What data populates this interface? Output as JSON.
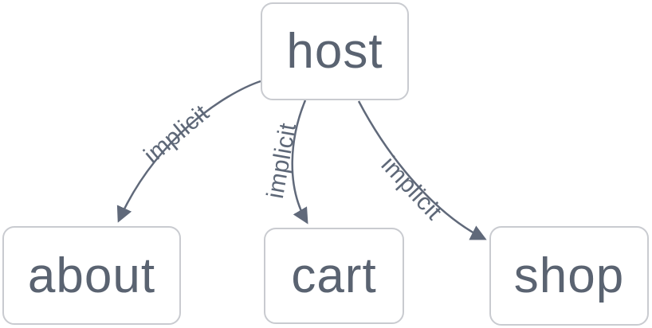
{
  "diagram": {
    "type": "flowchart",
    "colors": {
      "background": "#ffffff",
      "node_fill": "#ffffff",
      "node_border": "#c9cbd0",
      "node_text": "#5a6371",
      "edge_stroke": "#60697a",
      "edge_label_text": "#5e6878"
    },
    "nodes": [
      {
        "id": "host",
        "label": "host"
      },
      {
        "id": "about",
        "label": "about"
      },
      {
        "id": "cart",
        "label": "cart"
      },
      {
        "id": "shop",
        "label": "shop"
      }
    ],
    "edges": [
      {
        "from": "host",
        "to": "about",
        "label": "implicit"
      },
      {
        "from": "host",
        "to": "cart",
        "label": "implicit"
      },
      {
        "from": "host",
        "to": "shop",
        "label": "implicit"
      }
    ]
  }
}
